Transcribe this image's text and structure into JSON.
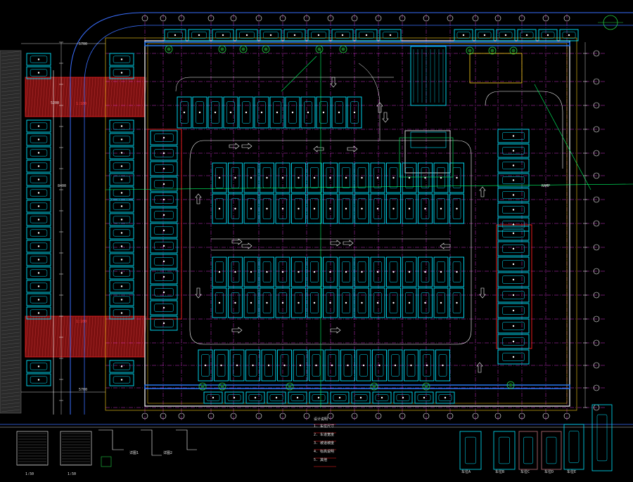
{
  "colors": {
    "background": "#000000",
    "stall": "#00e5ff",
    "grid": "#ff3bff",
    "wall": "#ffffff",
    "route": "#00ff66",
    "hatch": "#b22222",
    "yellow": "#ffd21a",
    "blue": "#2a7fff",
    "red": "#ff2020"
  },
  "texts": {
    "dim_top_left": "5700",
    "dim_top_left2": "5200",
    "dim_left_mid": "8400",
    "dim_left_bot": "5700",
    "hatch_label_1": "1:100",
    "hatch_label_2": "1:100",
    "ramp_note": "RAMP",
    "notes_title": "设计说明",
    "note_1": "1. 车位尺寸",
    "note_2": "2. 车道宽度",
    "note_3": "3. 坡道坡度",
    "note_4": "4. 标高说明",
    "note_5": "5. 其他",
    "legend_1": "车位A",
    "legend_2": "车位B",
    "legend_3": "车位C",
    "legend_4": "车位D",
    "legend_5": "车位E",
    "scale_1": "1:50",
    "scale_2": "1:50",
    "detail_1": "详图1",
    "detail_2": "详图2"
  }
}
